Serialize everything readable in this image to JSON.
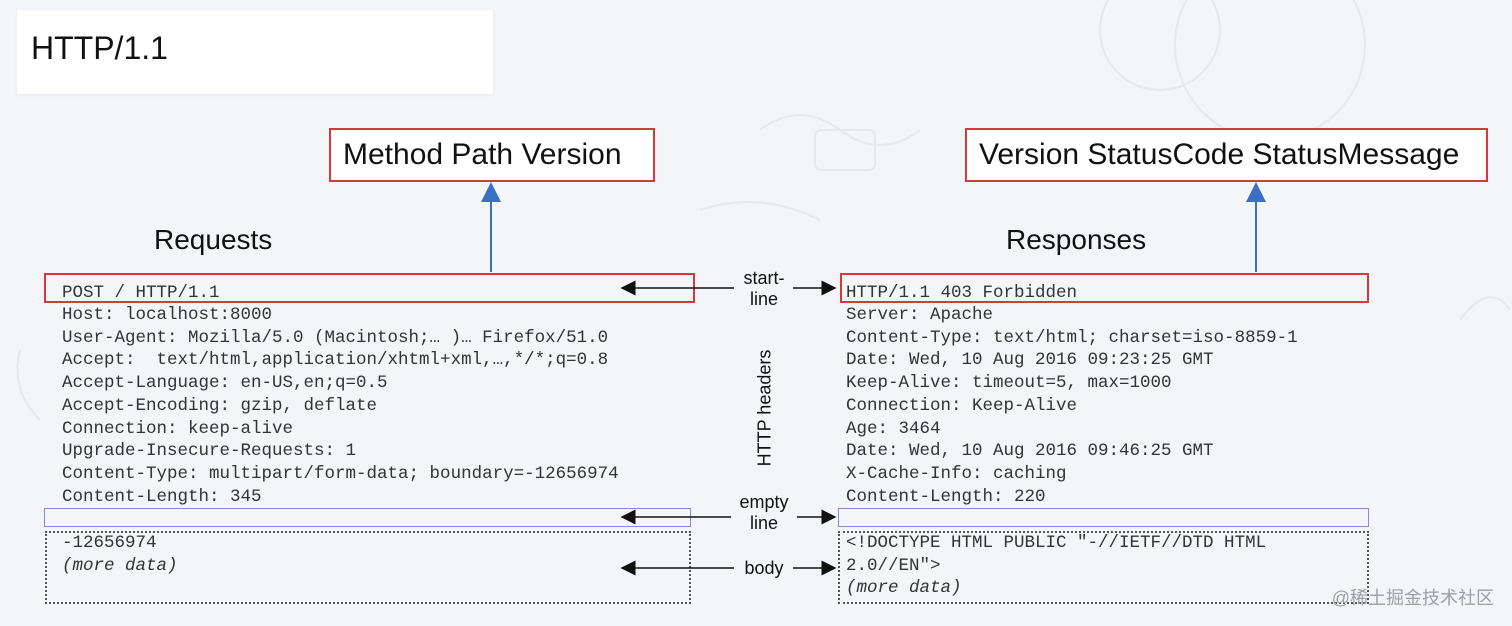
{
  "slide_title": "HTTP/1.1",
  "callouts": {
    "request_line": "Method Path Version",
    "status_line": "Version StatusCode StatusMessage"
  },
  "requests": {
    "heading": "Requests",
    "start_line": "POST / HTTP/1.1",
    "headers": [
      "Host: localhost:8000",
      "User-Agent: Mozilla/5.0 (Macintosh;… )… Firefox/51.0",
      "Accept:  text/html,application/xhtml+xml,…,*/*;q=0.8",
      "Accept-Language: en-US,en;q=0.5",
      "Accept-Encoding: gzip, deflate",
      "Connection: keep-alive",
      "Upgrade-Insecure-Requests: 1",
      "Content-Type: multipart/form-data; boundary=-12656974",
      "Content-Length: 345"
    ],
    "body": [
      "-12656974",
      "(more data)"
    ]
  },
  "responses": {
    "heading": "Responses",
    "start_line": "HTTP/1.1 403 Forbidden",
    "headers": [
      "Server: Apache",
      "Content-Type: text/html; charset=iso-8859-1",
      "Date: Wed, 10 Aug 2016 09:23:25 GMT",
      "Keep-Alive: timeout=5, max=1000",
      "Connection: Keep-Alive",
      "Age: 3464",
      "Date: Wed, 10 Aug 2016 09:46:25 GMT",
      "X-Cache-Info: caching",
      "Content-Length: 220"
    ],
    "body": [
      "<!DOCTYPE HTML PUBLIC \"-//IETF//DTD HTML",
      "2.0//EN\">",
      "(more data)"
    ]
  },
  "labels": {
    "start_line_1": "start-",
    "start_line_2": "line",
    "http_headers": "HTTP headers",
    "empty_line_1": "empty",
    "empty_line_2": "line",
    "body": "body"
  },
  "watermark": "@稀土掘金技术社区",
  "colors": {
    "frame_red": "#d33b3b",
    "frame_blue": "#8a86d8",
    "arrow_blue": "#3b6fc4"
  }
}
